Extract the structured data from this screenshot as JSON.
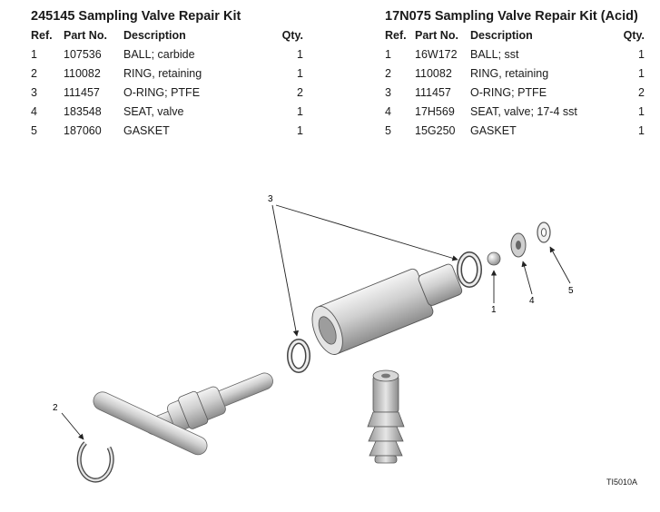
{
  "kits": [
    {
      "title": "245145 Sampling Valve Repair Kit",
      "columns": {
        "ref": "Ref.",
        "part": "Part No.",
        "desc": "Description",
        "qty": "Qty."
      },
      "rows": [
        {
          "ref": "1",
          "part": "107536",
          "desc": "BALL; carbide",
          "qty": "1"
        },
        {
          "ref": "2",
          "part": "110082",
          "desc": "RING, retaining",
          "qty": "1"
        },
        {
          "ref": "3",
          "part": "111457",
          "desc": "O-RING; PTFE",
          "qty": "2"
        },
        {
          "ref": "4",
          "part": "183548",
          "desc": "SEAT, valve",
          "qty": "1"
        },
        {
          "ref": "5",
          "part": "187060",
          "desc": "GASKET",
          "qty": "1"
        }
      ]
    },
    {
      "title": "17N075 Sampling Valve Repair Kit (Acid)",
      "columns": {
        "ref": "Ref.",
        "part": "Part No.",
        "desc": "Description",
        "qty": "Qty."
      },
      "rows": [
        {
          "ref": "1",
          "part": "16W172",
          "desc": "BALL; sst",
          "qty": "1"
        },
        {
          "ref": "2",
          "part": "110082",
          "desc": "RING, retaining",
          "qty": "1"
        },
        {
          "ref": "3",
          "part": "111457",
          "desc": "O-RING; PTFE",
          "qty": "2"
        },
        {
          "ref": "4",
          "part": "17H569",
          "desc": "SEAT, valve; 17-4 sst",
          "qty": "1"
        },
        {
          "ref": "5",
          "part": "15G250",
          "desc": "GASKET",
          "qty": "1"
        }
      ]
    }
  ],
  "diagram": {
    "callouts": {
      "ball": "1",
      "retaining_ring": "2",
      "o_ring": "3",
      "seat": "4",
      "gasket": "5"
    },
    "figure_id": "TI5010A"
  }
}
